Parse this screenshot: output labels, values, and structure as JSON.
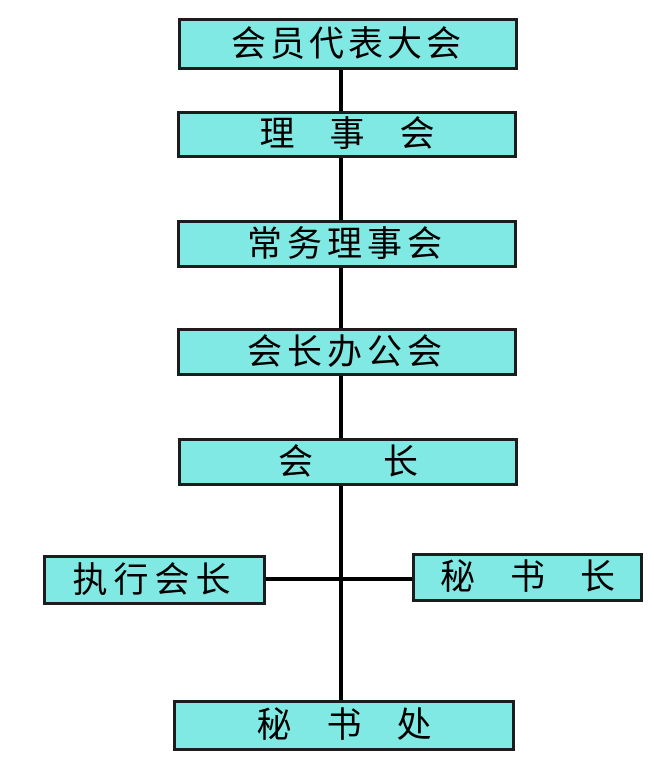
{
  "diagram": {
    "type": "org-chart",
    "background": "#ffffff",
    "colors": {
      "node_fill": "#80e9e4",
      "node_border": "#1c1c1c",
      "connector": "#000000",
      "text": "#000000"
    },
    "nodes": [
      {
        "id": "member-congress",
        "label": "会员代表大会"
      },
      {
        "id": "council",
        "label": "理　事　会"
      },
      {
        "id": "standing-council",
        "label": "常务理事会"
      },
      {
        "id": "president-office",
        "label": "会长办公会"
      },
      {
        "id": "president",
        "label": "会　　长"
      },
      {
        "id": "executive-president",
        "label": "执行会长"
      },
      {
        "id": "secretary-general",
        "label": "秘　书　长"
      },
      {
        "id": "secretariat",
        "label": "秘　书　处"
      }
    ],
    "edges": [
      {
        "from": "member-congress",
        "to": "council"
      },
      {
        "from": "council",
        "to": "standing-council"
      },
      {
        "from": "standing-council",
        "to": "president-office"
      },
      {
        "from": "president-office",
        "to": "president"
      },
      {
        "from": "president",
        "to": "executive-president"
      },
      {
        "from": "president",
        "to": "secretary-general"
      },
      {
        "from": "president",
        "to": "secretariat"
      }
    ]
  }
}
